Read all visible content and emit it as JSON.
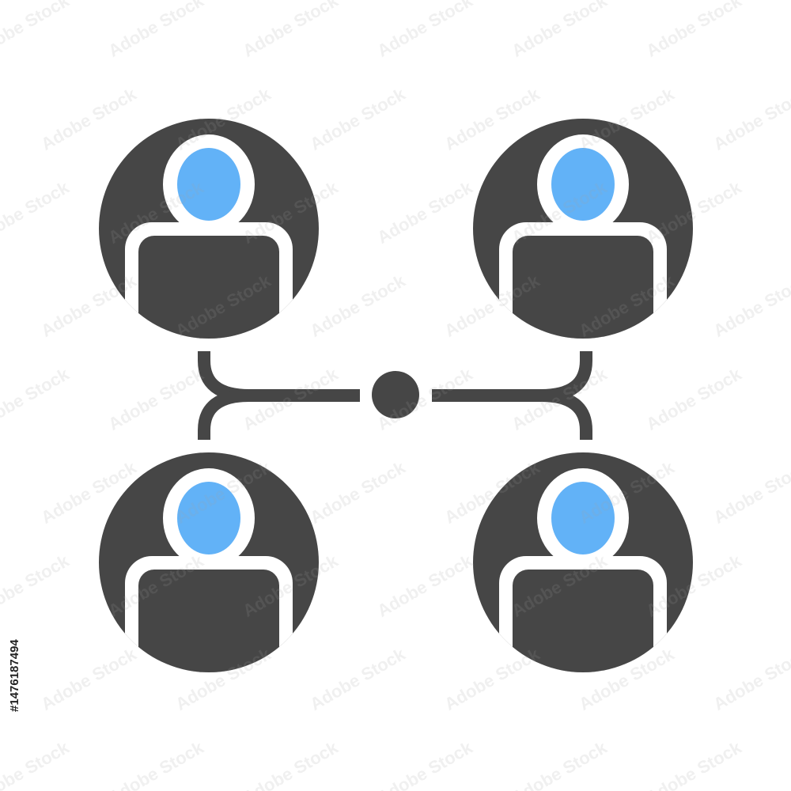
{
  "colors": {
    "dark": "#464646",
    "accent": "#62b2f7",
    "outline": "#ffffff",
    "background": "#ffffff"
  },
  "diagram": {
    "nodes": [
      {
        "name": "user-node-top-left",
        "icon": "user-icon"
      },
      {
        "name": "user-node-top-right",
        "icon": "user-icon"
      },
      {
        "name": "user-node-bottom-left",
        "icon": "user-icon"
      },
      {
        "name": "user-node-bottom-right",
        "icon": "user-icon"
      }
    ],
    "hub": {
      "icon": "hub-dot-icon"
    }
  },
  "watermark": {
    "text": "Adobe Stock"
  },
  "stock_id": "#1476187494"
}
